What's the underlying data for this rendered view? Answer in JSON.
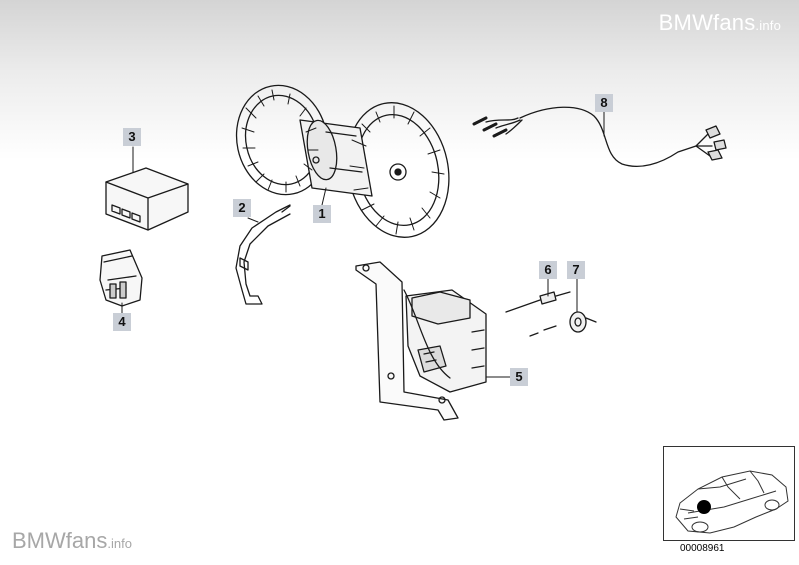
{
  "watermark": {
    "brand": "BMWfans",
    "suffix": ".info"
  },
  "parts": [
    {
      "number": "1"
    },
    {
      "number": "2"
    },
    {
      "number": "3"
    },
    {
      "number": "4"
    },
    {
      "number": "5"
    },
    {
      "number": "6"
    },
    {
      "number": "7"
    },
    {
      "number": "8"
    }
  ],
  "document_number": "00008961",
  "colors": {
    "callout_background": "#c9ced6",
    "line_art": "#1a1a1a",
    "locator_marker": "#000000",
    "header_gradient_top": "#d4d4d4"
  }
}
